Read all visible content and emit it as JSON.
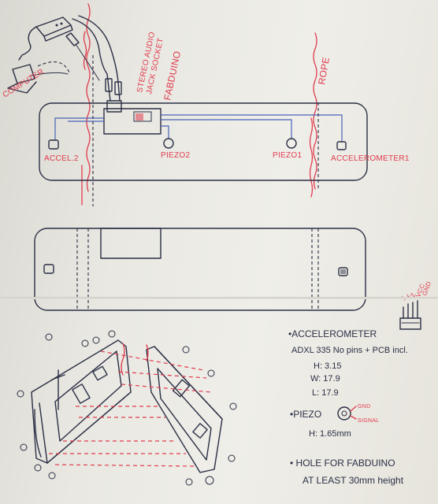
{
  "labels": {
    "computer": "COMPUTER",
    "stereo_line1": "STEREO AUDIO",
    "stereo_line2": "JACK SOCKET",
    "fabduino": "FABDUINO",
    "rope": "ROPE",
    "accel2": "ACCEL.2",
    "piezo2": "PIEZO2",
    "piezo1": "PIEZO1",
    "accel1": "ACCELEROMETER1",
    "pin_x": "X",
    "pin_y": "Y",
    "pin_z": "Z",
    "pin_vcc": "VCC",
    "pin_gnd": "GND"
  },
  "notes": {
    "accelerometer_title": "•ACCELEROMETER",
    "accelerometer_spec": "ADXL 335 No pins + PCB incl.",
    "h": "H: 3.15",
    "w": "W: 17.9",
    "l": "L: 17.9",
    "piezo_title": "•PIEZO",
    "piezo_gnd": "GND",
    "piezo_signal": "SIGNAL",
    "piezo_h": "H: 1.65mm",
    "hole_line1": "• HOLE FOR FABDUINO",
    "hole_line2": "AT LEAST 30mm height"
  },
  "colors": {
    "ink": "#2b2f45",
    "red": "#e03c4e",
    "blue": "#4a63b8",
    "paper": "#ecebe5"
  }
}
